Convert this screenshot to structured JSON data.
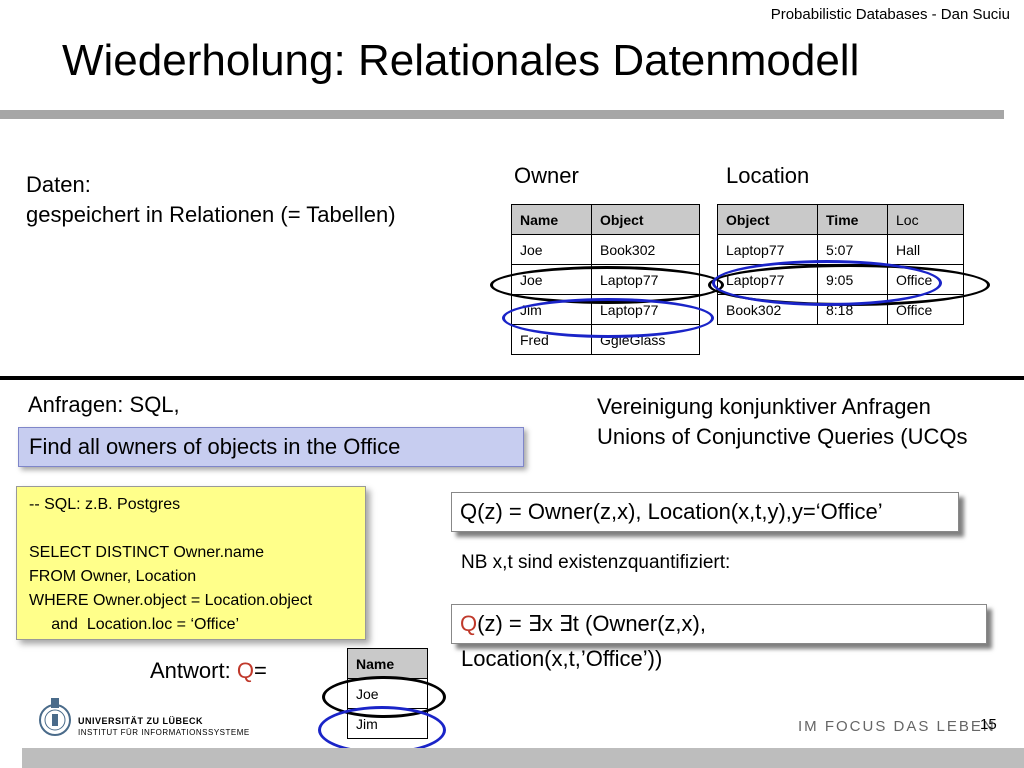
{
  "header": {
    "note": "Probabilistic Databases - Dan Suciu",
    "title": "Wiederholung: Relationales Datenmodell"
  },
  "daten": {
    "line1": "Daten:",
    "line2": "gespeichert in Relationen (= Tabellen)"
  },
  "owner": {
    "title": "Owner",
    "headers": [
      "Name",
      "Object"
    ],
    "rows": [
      [
        "Joe",
        "Book302"
      ],
      [
        "Joe",
        "Laptop77"
      ],
      [
        "Jim",
        "Laptop77"
      ],
      [
        "Fred",
        "GgleGlass"
      ]
    ]
  },
  "location": {
    "title": "Location",
    "headers": [
      "Object",
      "Time",
      "Loc"
    ],
    "rows": [
      [
        "Laptop77",
        "5:07",
        "Hall"
      ],
      [
        "Laptop77",
        "9:05",
        "Office"
      ],
      [
        "Book302",
        "8:18",
        "Office"
      ]
    ]
  },
  "query": {
    "anfragen": "Anfragen:  SQL,",
    "find": "Find all owners of objects in the Office",
    "sql_lines": [
      "-- SQL: z.B. Postgres",
      "",
      "SELECT DISTINCT Owner.name",
      "FROM Owner, Location",
      "WHERE Owner.object = Location.object",
      "     and  Location.loc = ‘Office’"
    ],
    "ucq_line1": "Vereinigung konjunktiver Anfragen",
    "ucq_line2": "Unions of Conjunctive Queries (UCQs",
    "q1": "Q(z) = Owner(z,x), Location(x,t,y),y=‘Office’",
    "nb": "NB x,t sind existenzquantifiziert:",
    "q2_q": "Q",
    "q2_rest": "(z) = ∃x ∃t (Owner(z,x),",
    "q2_line2": "Location(x,t,’Office’))",
    "antwort_label": "Antwort: ",
    "antwort_q": "Q",
    "antwort_eq": "=",
    "answer_header": "Name",
    "answer_rows": [
      "Joe",
      "Jim"
    ]
  },
  "footer": {
    "uni_line1": "UNIVERSITÄT ZU LÜBECK",
    "uni_line2": "INSTITUT FÜR INFORMATIONSSYSTEME",
    "focus": "IM FOCUS DAS LEBEN",
    "page": "15"
  },
  "colors": {
    "highlight_blue": "#1a24c8",
    "highlight_black": "#000000",
    "query_red": "#c0392b",
    "sql_box": "#ffff8a",
    "find_box": "#c7cdf0"
  }
}
